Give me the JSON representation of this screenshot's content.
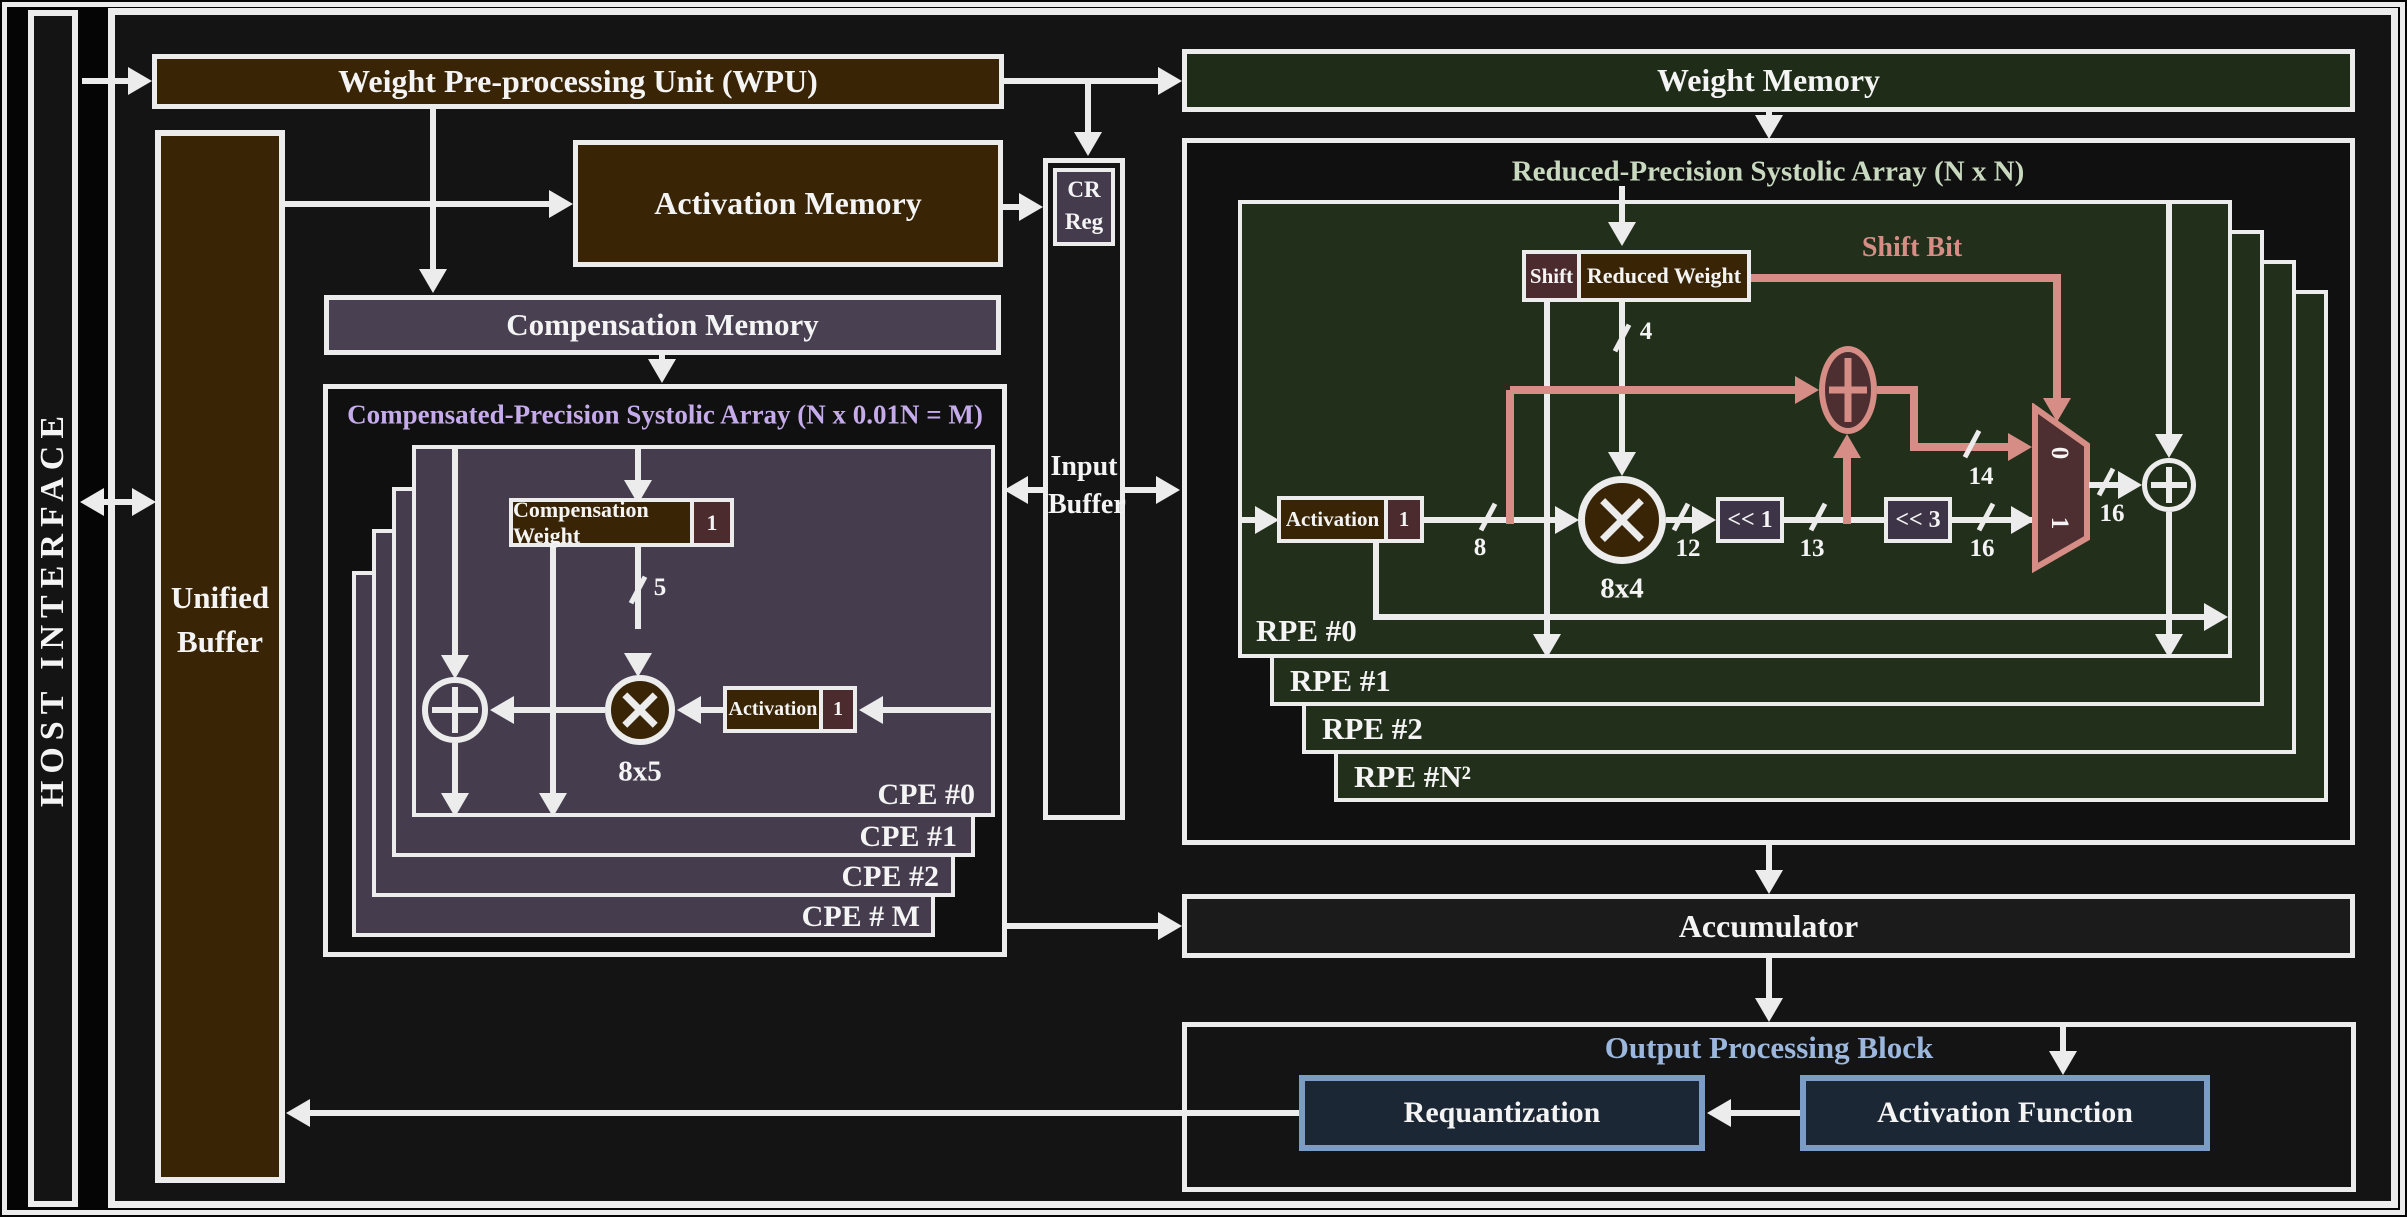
{
  "host_interface": {
    "label": "HOST  INTERFACE"
  },
  "top": {
    "wpu": "Weight Pre-processing Unit (WPU)",
    "weight_memory": "Weight Memory",
    "activation_memory": "Activation Memory",
    "compensation_memory": "Compensation Memory",
    "cr_reg_line1": "CR",
    "cr_reg_line2": "Reg"
  },
  "buffers": {
    "unified_line1": "Unified",
    "unified_line2": "Buffer",
    "input_line1": "Input",
    "input_line2": "Buffer"
  },
  "cpsa": {
    "title": "Compensated-Precision Systolic Array (N x 0.01N = M)",
    "pe_labels": [
      "CPE #0",
      "CPE #1",
      "CPE #2",
      "CPE # M"
    ],
    "compensation_weight": "Compensation Weight",
    "weight_reg": "1",
    "activation": "Activation",
    "activation_reg": "1",
    "multiplier_label": "8x5",
    "bitwidths": {
      "weight": "5"
    }
  },
  "rpsa": {
    "title": "Reduced-Precision Systolic Array (N x N)",
    "pe_labels": [
      "RPE #0",
      "RPE #1",
      "RPE #2",
      "RPE #N²"
    ],
    "shift": "Shift",
    "reduced_weight": "Reduced Weight",
    "shift_bit": "Shift Bit",
    "activation": "Activation",
    "activation_reg": "1",
    "multiplier_label": "8x4",
    "shifter1": "<< 1",
    "shifter3": "<< 3",
    "mux_in0": "0",
    "mux_in1": "1",
    "bitwidths": {
      "weight": "4",
      "act": "8",
      "mult_out": "12",
      "shl1_out": "13",
      "adder_out": "14",
      "shl3_out": "16",
      "mux_out": "16"
    }
  },
  "bottom": {
    "accumulator": "Accumulator",
    "opb_title": "Output Processing Block",
    "requantization": "Requantization",
    "activation_function": "Activation Function"
  },
  "colors": {
    "brown": "#392506",
    "weight_mem_green": "#1f2c18",
    "rpe_green": "#22301b",
    "purple": "#494052",
    "cpe_purple": "#453c4e",
    "shifter_purple": "#3e3447",
    "maroon": "#4b2b2d",
    "mux_maroon": "#4d2e31",
    "pink": "#d68d85",
    "navy": "#1c2735",
    "navy_border": "#7b9cc7",
    "title_green": "#c9d9c0",
    "title_purple": "#c5abeb",
    "title_blue": "#9cb7de",
    "wire": "#ececec"
  }
}
